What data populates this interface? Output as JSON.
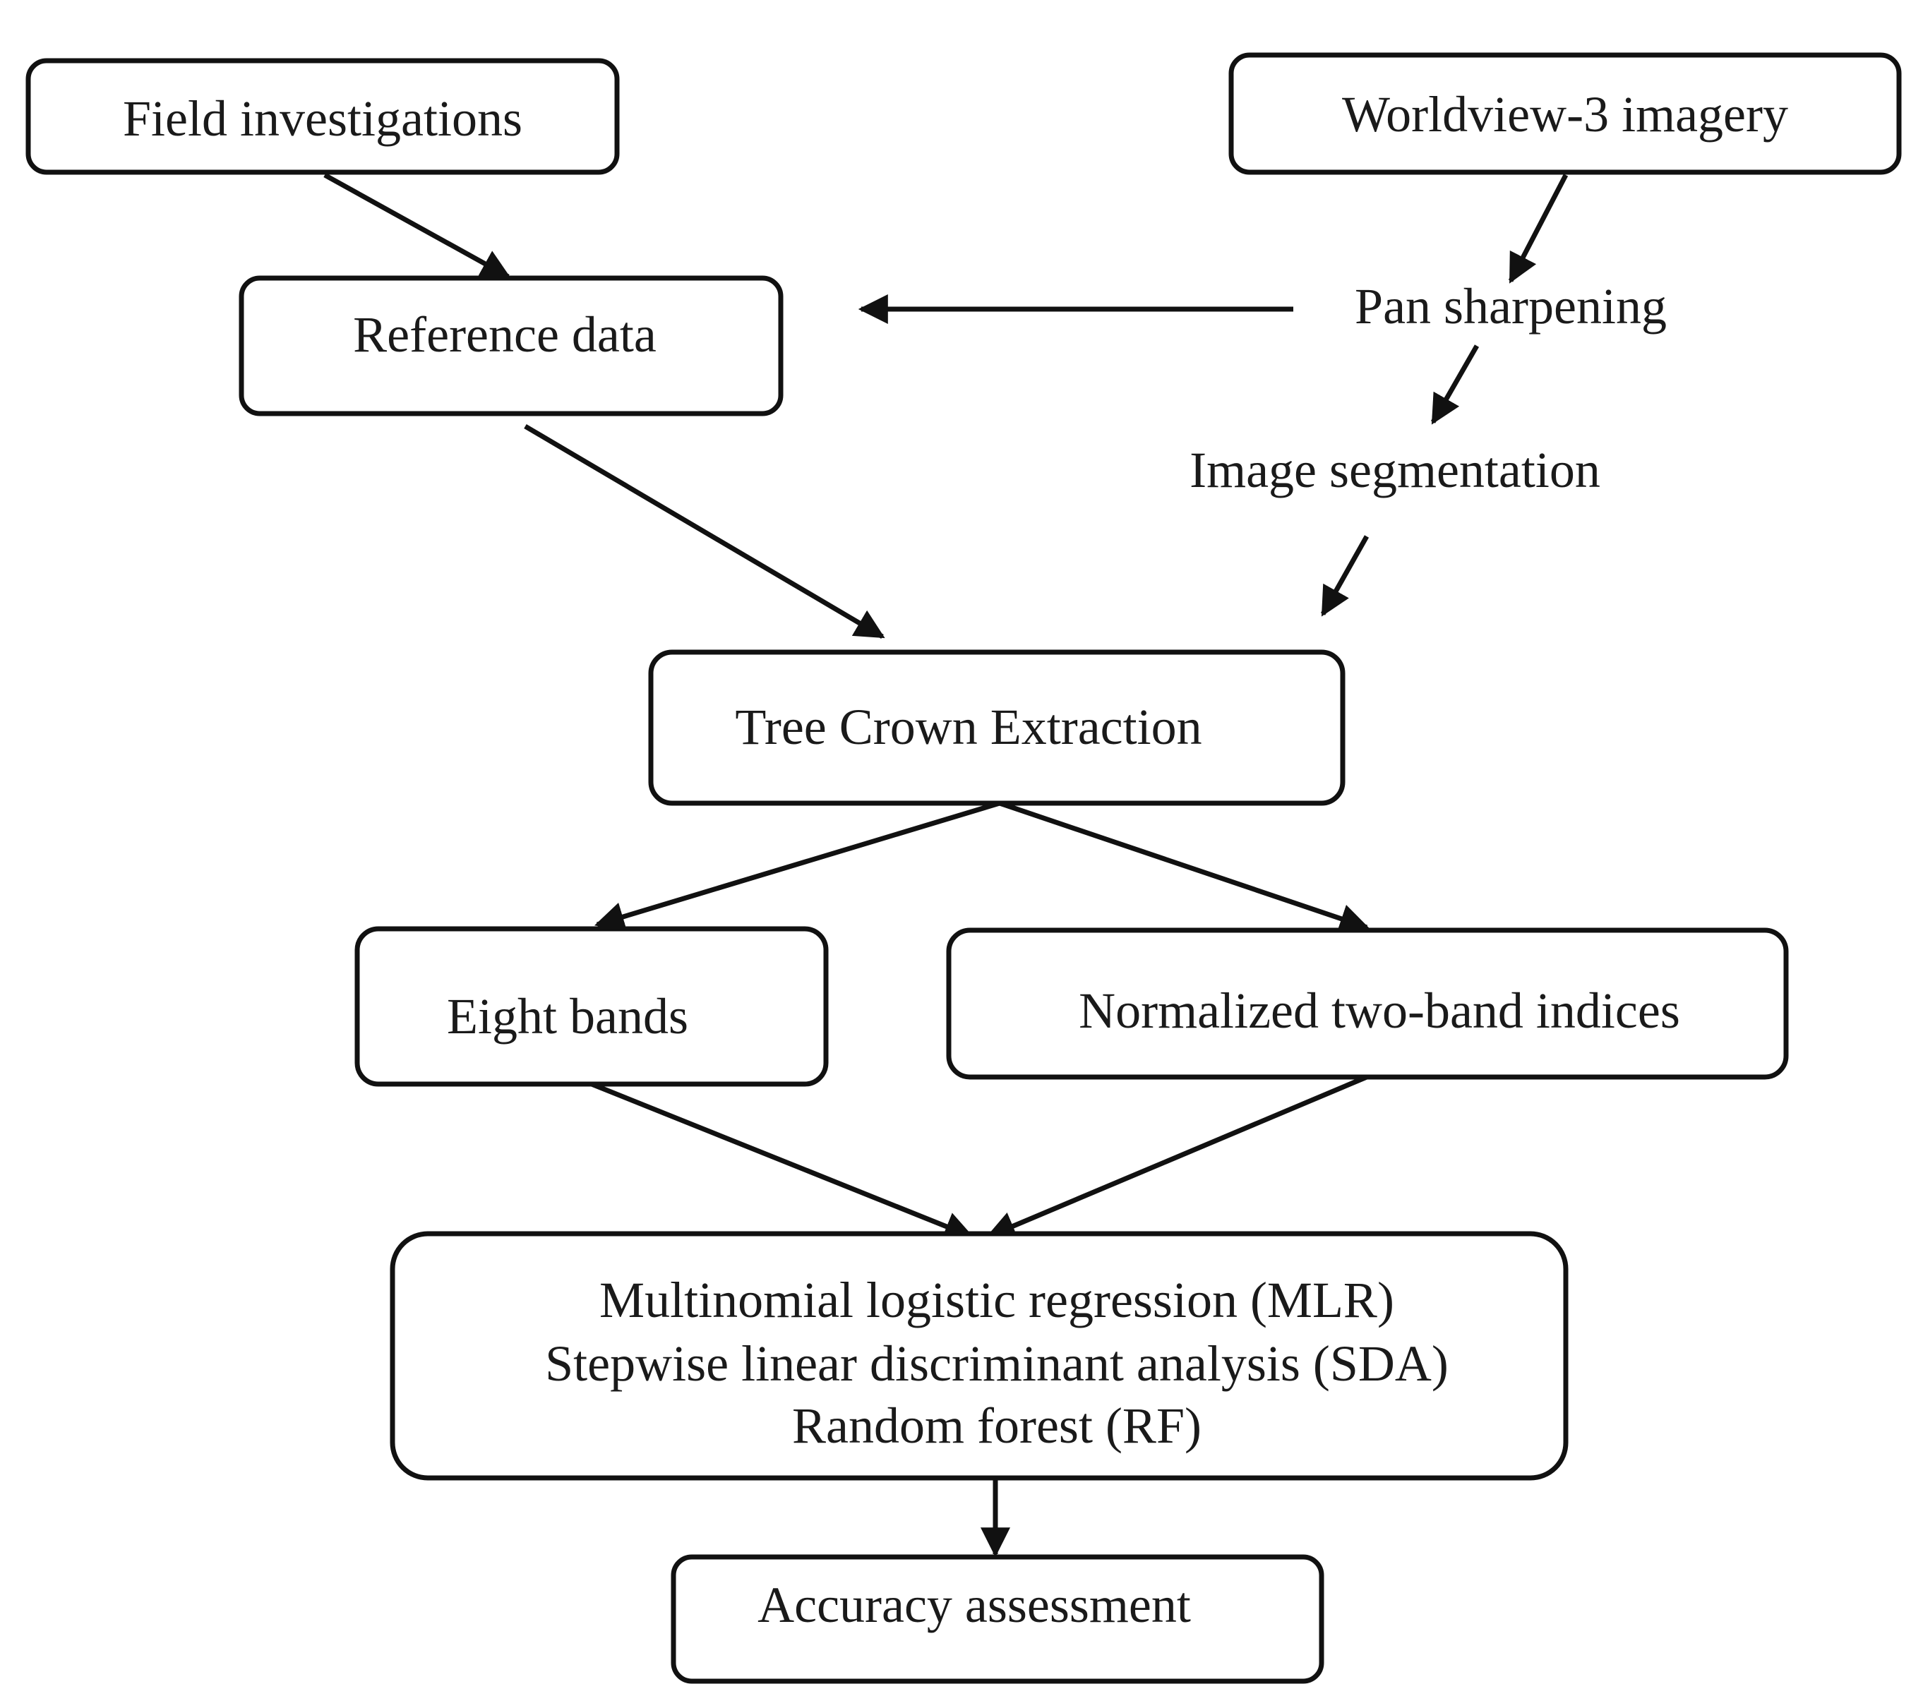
{
  "nodes": {
    "field_investigations": "Field investigations",
    "worldview_imagery": "Worldview-3 imagery",
    "reference_data": "Reference data",
    "pan_sharpening": "Pan sharpening",
    "image_segmentation": "Image segmentation",
    "tree_crown_extraction": "Tree Crown Extraction",
    "eight_bands": "Eight bands",
    "normalized_indices": "Normalized two-band indices",
    "classifiers": [
      "Multinomial logistic regression (MLR)",
      "Stepwise linear discriminant analysis (SDA)",
      "Random forest (RF)"
    ],
    "accuracy_assessment": "Accuracy assessment"
  },
  "colors": {
    "stroke": "#111111",
    "text": "#1a1a1a",
    "background": "#ffffff"
  }
}
